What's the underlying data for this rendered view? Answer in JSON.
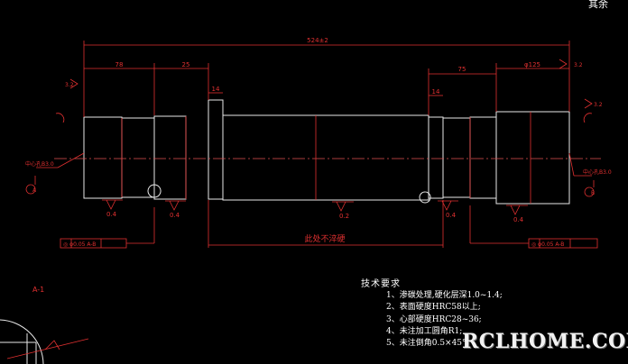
{
  "drawing": {
    "corner_label": "其余",
    "overall_length": "524±2",
    "dims": {
      "d_left_shoulder": "78",
      "d_left_span": "25",
      "d_right_span": "75",
      "d_right_end": "φ125",
      "d_small": "14",
      "d_small_right": "14",
      "d_no_quench": "此处不淬硬"
    },
    "callouts": {
      "left_center_hole": "中心孔B3.0",
      "right_center_hole": "中心孔B3.0",
      "left_tolerance": "◎ φ0.05 A-B",
      "right_tolerance": "◎ φ0.05 A-B"
    },
    "roughness": [
      "0.4",
      "0.4",
      "0.2",
      "0.4",
      "0.4",
      "3.2",
      "3.2",
      "3.2"
    ],
    "datums": [
      "A",
      "B"
    ],
    "section_label": "A-1"
  },
  "tech_req": {
    "title": "技术要求",
    "items": [
      "1、渗碳处理,硬化层深1.0~1.4;",
      "2、表面硬度HRC58以上;",
      "3、心部硬度HRC28~36;",
      "4、未注加工圆角R1;",
      "5、未注倒角0.5×45°。"
    ]
  },
  "watermark": "RCLHOME.COM"
}
